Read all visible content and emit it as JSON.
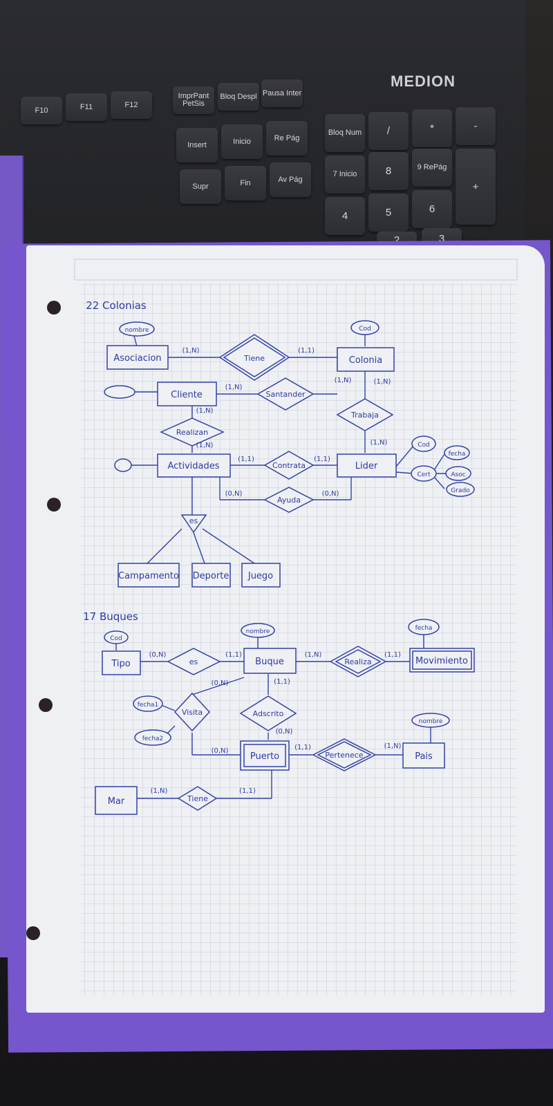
{
  "keyboard": {
    "brand": "MEDION",
    "keys": [
      {
        "label": "F10"
      },
      {
        "label": "F11"
      },
      {
        "label": "F12"
      },
      {
        "label": "ImprPant PetSis"
      },
      {
        "label": "Bloq Despl"
      },
      {
        "label": "Pausa Inter"
      },
      {
        "label": "Insert"
      },
      {
        "label": "Inicio"
      },
      {
        "label": "Re Pág"
      },
      {
        "label": "Supr"
      },
      {
        "label": "Fin"
      },
      {
        "label": "Av Pág"
      },
      {
        "label": "Bloq Num"
      },
      {
        "label": "/"
      },
      {
        "label": "*"
      },
      {
        "label": "-"
      },
      {
        "label": "7 Inicio"
      },
      {
        "label": "8"
      },
      {
        "label": "9 RePág"
      },
      {
        "label": "+"
      },
      {
        "label": "4"
      },
      {
        "label": "5"
      },
      {
        "label": "6"
      },
      {
        "label": "3"
      },
      {
        "label": "2"
      }
    ]
  },
  "colonias": {
    "title": "22 Colonias",
    "entities": [
      "Asociacion",
      "Colonia",
      "Cliente",
      "Actividades",
      "Lider",
      "Campamento",
      "Deporte",
      "Juego"
    ],
    "relations": [
      "Tiene",
      "Santander",
      "Trabaja",
      "Realizan",
      "Contrata",
      "Ayuda",
      "es"
    ],
    "attributes": [
      "nombre",
      "Cod",
      "Cod",
      "Cert",
      "fecha",
      "Asoc",
      "Grado"
    ],
    "cardinalities": [
      "(1,N)",
      "(1,1)",
      "(1,N)",
      "(1,N)",
      "(1,N)",
      "(1,N)",
      "(1,N)",
      "(1,N)",
      "(1,1)",
      "(1,1)",
      "(0,N)",
      "(0,N)"
    ]
  },
  "buques": {
    "title": "17 Buques",
    "entities": [
      "Tipo",
      "Buque",
      "Movimiento",
      "Puerto",
      "Pais",
      "Mar"
    ],
    "relations": [
      "es",
      "Realiza",
      "Visita",
      "Adscrito",
      "Pertenece",
      "Tiene"
    ],
    "attributes": [
      "Cod",
      "nombre",
      "fecha",
      "fecha1",
      "fecha2",
      "nombre"
    ],
    "cardinalities": [
      "(0,N)",
      "(1,1)",
      "(1,N)",
      "(1,1)",
      "(0,N)",
      "(1,1)",
      "(0,N)",
      "(0,N)",
      "(1,1)",
      "(1,N)",
      "(1,N)",
      "(1,1)"
    ]
  }
}
